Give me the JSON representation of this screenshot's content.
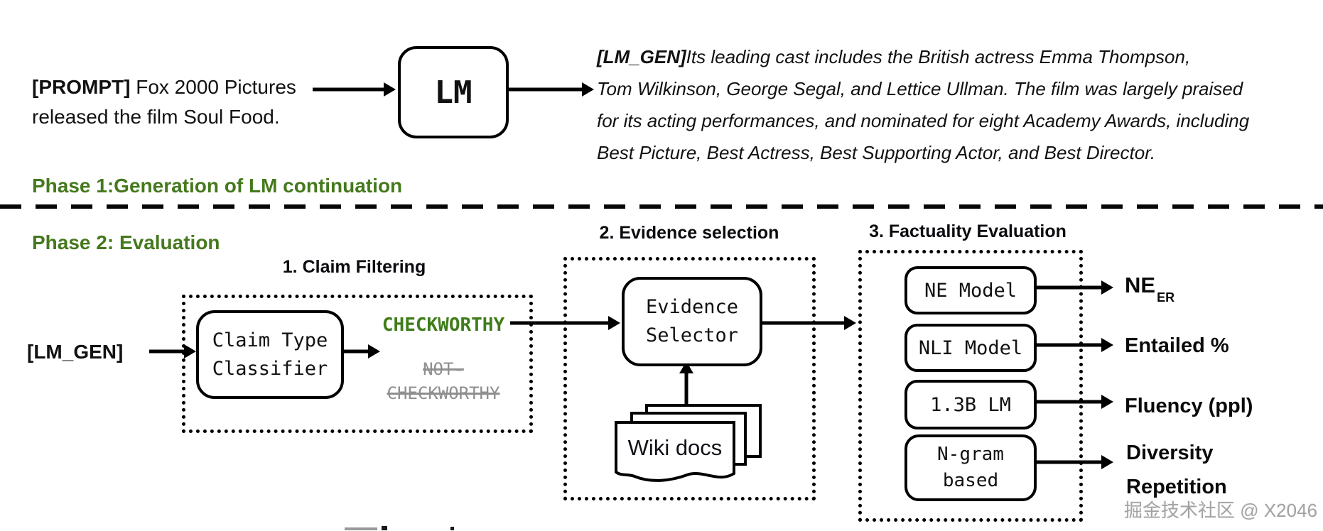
{
  "phase1": {
    "label": "Phase 1:Generation of LM continuation",
    "prompt": {
      "prefix": "[PROMPT]",
      "line1_rest": " Fox 2000 Pictures",
      "line2": "released the film Soul Food."
    },
    "lm_box_label": "LM",
    "generation": {
      "prefix": "[LM_GEN]",
      "line1_rest": "Its leading cast includes the British actress Emma Thompson,",
      "line2": "Tom Wilkinson, George Segal, and Lettice Ullman. The film was largely praised",
      "line3": "for its acting performances, and nominated for eight Academy Awards, including",
      "line4": "Best Picture, Best Actress, Best Supporting Actor, and Best Director."
    }
  },
  "phase2": {
    "label": "Phase 2: Evaluation",
    "input_label": "[LM_GEN]",
    "claim_filtering": {
      "title": "1. Claim Filtering",
      "classifier": {
        "line1": "Claim Type",
        "line2": "Classifier"
      },
      "checkworthy": "CHECKWORTHY",
      "not_checkworthy": {
        "line1": "NOT-",
        "line2": "CHECKWORTHY"
      }
    },
    "evidence_selection": {
      "title": "2. Evidence selection",
      "selector": {
        "line1": "Evidence",
        "line2": "Selector"
      },
      "docs_label": "Wiki docs"
    },
    "factuality_evaluation": {
      "title": "3. Factuality Evaluation",
      "models": [
        {
          "label": "NE Model"
        },
        {
          "label": "NLI Model"
        },
        {
          "label": "1.3B LM"
        },
        {
          "line1": "N-gram",
          "line2": "based"
        }
      ],
      "outputs": {
        "ne": {
          "main": "NE",
          "sub": "ER"
        },
        "entailed": "Entailed %",
        "fluency": "Fluency (ppl)",
        "diversity": "Diversity",
        "repetition": "Repetition"
      }
    }
  },
  "watermark": "掘金技术社区 @ X2046",
  "colors": {
    "phase_green": "#45791d",
    "checkworthy_green": "#3f7d1a",
    "muted_gray": "#8f8f8f",
    "ink": "#000000"
  }
}
